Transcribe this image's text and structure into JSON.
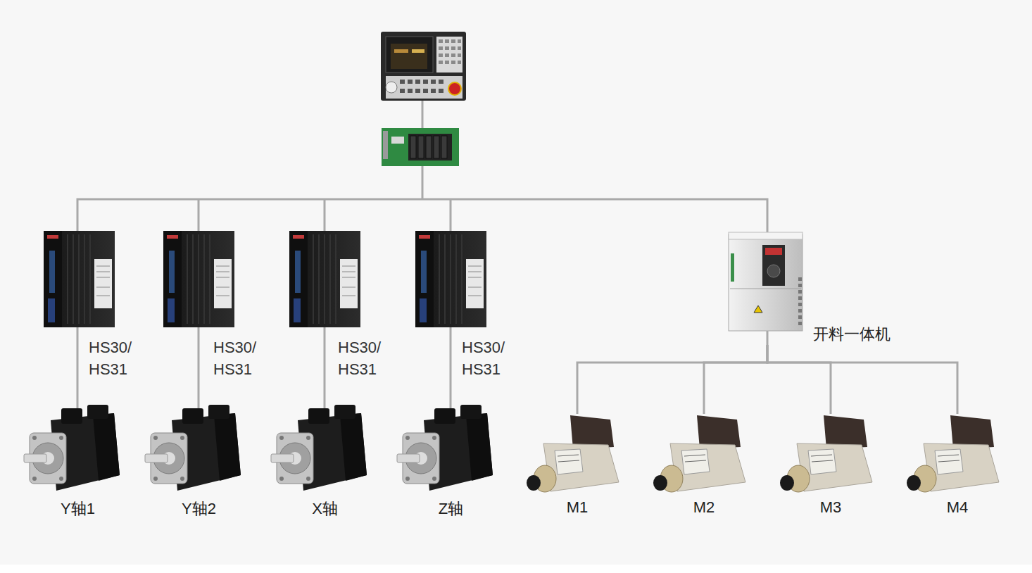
{
  "diagram": {
    "nodes": [
      {
        "text": [
          "开料一体机"
        ]
      },
      {
        "text": [
          "Y轴1"
        ]
      },
      {
        "text": [
          "Y轴2"
        ]
      },
      {
        "text": [
          "X轴"
        ]
      },
      {
        "text": [
          "Z轴"
        ]
      },
      {
        "text": [
          "M1"
        ]
      },
      {
        "text": [
          "M2"
        ]
      },
      {
        "text": [
          "M3"
        ]
      },
      {
        "text": [
          "M4"
        ]
      }
    ],
    "edges": [
      {
        "from": 0,
        "to": 5,
        "arrow": "none"
      },
      {
        "from": 0,
        "to": 6,
        "arrow": "none"
      },
      {
        "from": 0,
        "to": 7,
        "arrow": "none"
      },
      {
        "from": 0,
        "to": 8,
        "arrow": "none"
      }
    ],
    "labels": [
      "HS30/ HS31",
      "HS30/ HS31",
      "HS30/ HS31",
      "HS30/ HS31"
    ]
  }
}
